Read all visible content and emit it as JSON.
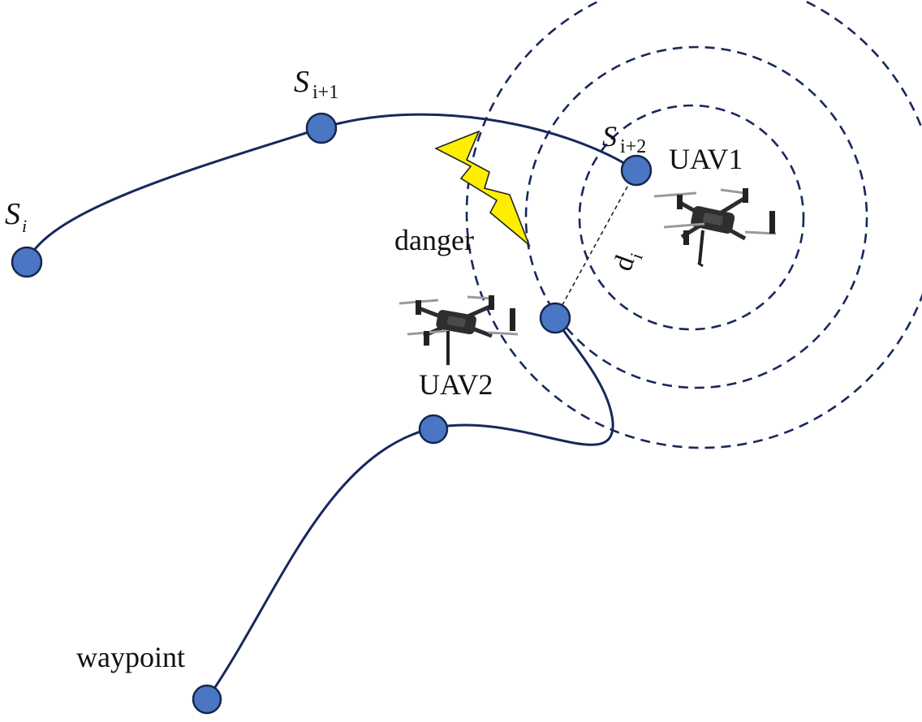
{
  "labels": {
    "s_i_base": "S",
    "s_i_sub": "i",
    "s_i1_base": "S",
    "s_i1_sub": "i+1",
    "s_i2_base": "S",
    "s_i2_sub": "i+2",
    "uav1": "UAV1",
    "uav2": "UAV2",
    "danger": "danger",
    "waypoint": "waypoint",
    "distance_base": "d",
    "distance_sub": "i"
  },
  "colors": {
    "path": "#17285c",
    "node_fill": "#4a76c4",
    "lightning": "#ffee00",
    "ring": "#17285c"
  },
  "icons": {
    "uav1": "quadcopter-drone-icon",
    "uav2": "quadcopter-drone-icon",
    "danger": "lightning-bolt-icon"
  }
}
